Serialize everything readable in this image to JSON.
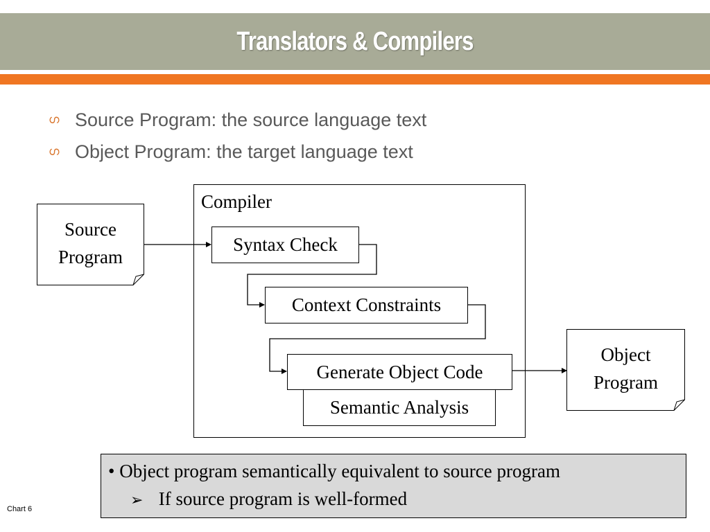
{
  "title": "Translators & Compilers",
  "bullets": [
    {
      "icon": "scroll-bullet-icon",
      "text": "Source Program: the source language text"
    },
    {
      "icon": "scroll-bullet-icon",
      "text": "Object Program: the target language text"
    }
  ],
  "diagram": {
    "source_doc": {
      "line1": "Source",
      "line2": "Program"
    },
    "compiler_label": "Compiler",
    "steps": {
      "syntax_check": "Syntax Check",
      "context_constraints": "Context Constraints",
      "generate_object_code": "Generate Object Code",
      "semantic_analysis": "Semantic Analysis"
    },
    "object_doc": {
      "line1": "Object",
      "line2": "Program"
    }
  },
  "note": {
    "bullet": "•",
    "line1": "Object program semantically equivalent to source program",
    "sub_bullet": "➢",
    "line2": "If source program is well-formed"
  },
  "footer": "Chart 6",
  "colors": {
    "title_band": "#a8ab97",
    "accent_band": "#f07622",
    "bullet_icon": "#d9752c",
    "bullet_text": "#595959",
    "note_background": "#d9d9d9"
  }
}
